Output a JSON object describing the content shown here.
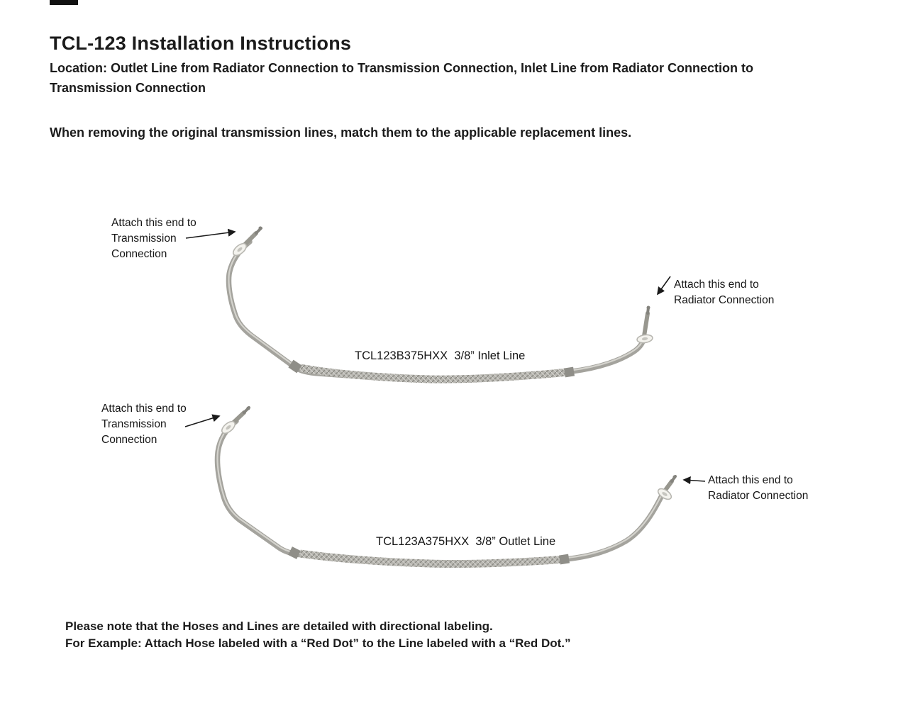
{
  "header": {
    "title": "TCL-123 Installation Instructions",
    "location": "Location: Outlet Line from Radiator Connection to Transmission Connection, Inlet Line from Radiator Connection to\nTransmission Connection",
    "intro": "When removing the original transmission lines, match them to the applicable replacement lines."
  },
  "diagram": {
    "inlet_line": {
      "part_label": "TCL123B375HXX  3/8” Inlet Line",
      "transmission_note": "Attach this end to\nTransmission\nConnection",
      "radiator_note": "Attach this end to\nRadiator Connection"
    },
    "outlet_line": {
      "part_label": "TCL123A375HXX  3/8” Outlet Line",
      "transmission_note": "Attach this end to\nTransmission\nConnection",
      "radiator_note": "Attach this end to\nRadiator Connection"
    }
  },
  "footer": {
    "line1": "Please note that the Hoses and Lines are detailed with directional labeling.",
    "line2": "For Example: Attach Hose labeled with a “Red Dot” to the Line labeled with a “Red Dot.”"
  },
  "colors": {
    "text": "#1b1b1b",
    "tube": "#a4a39d",
    "tube_highlight": "#d9d8d3",
    "braid": "#b7b6b0",
    "collar": "#8f8e88",
    "washer": "#f4f3ee",
    "arrow": "#1a1a1a"
  }
}
